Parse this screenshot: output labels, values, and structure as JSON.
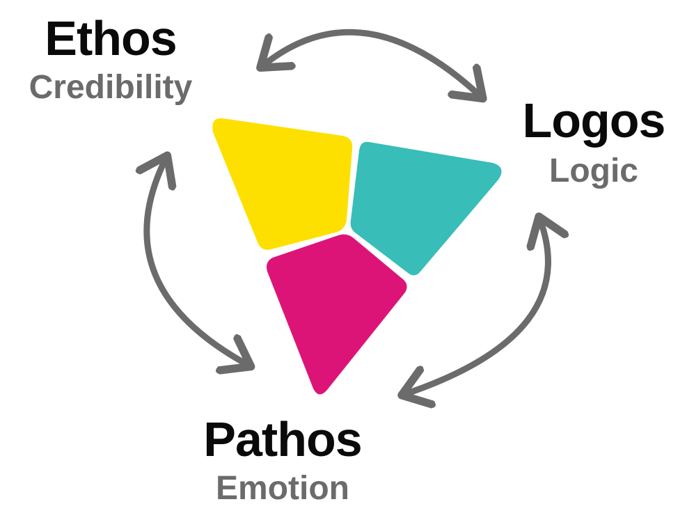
{
  "concepts": {
    "ethos": {
      "term": "Ethos",
      "meaning": "Credibility"
    },
    "logos": {
      "term": "Logos",
      "meaning": "Logic"
    },
    "pathos": {
      "term": "Pathos",
      "meaning": "Emotion"
    }
  },
  "colors": {
    "ethos_segment": "#FDE000",
    "logos_segment": "#38BDB8",
    "pathos_segment": "#DD1477",
    "arrows": "#6B6B6B",
    "term_text": "#0A0A0A",
    "meaning_text": "#6B6B6B"
  }
}
